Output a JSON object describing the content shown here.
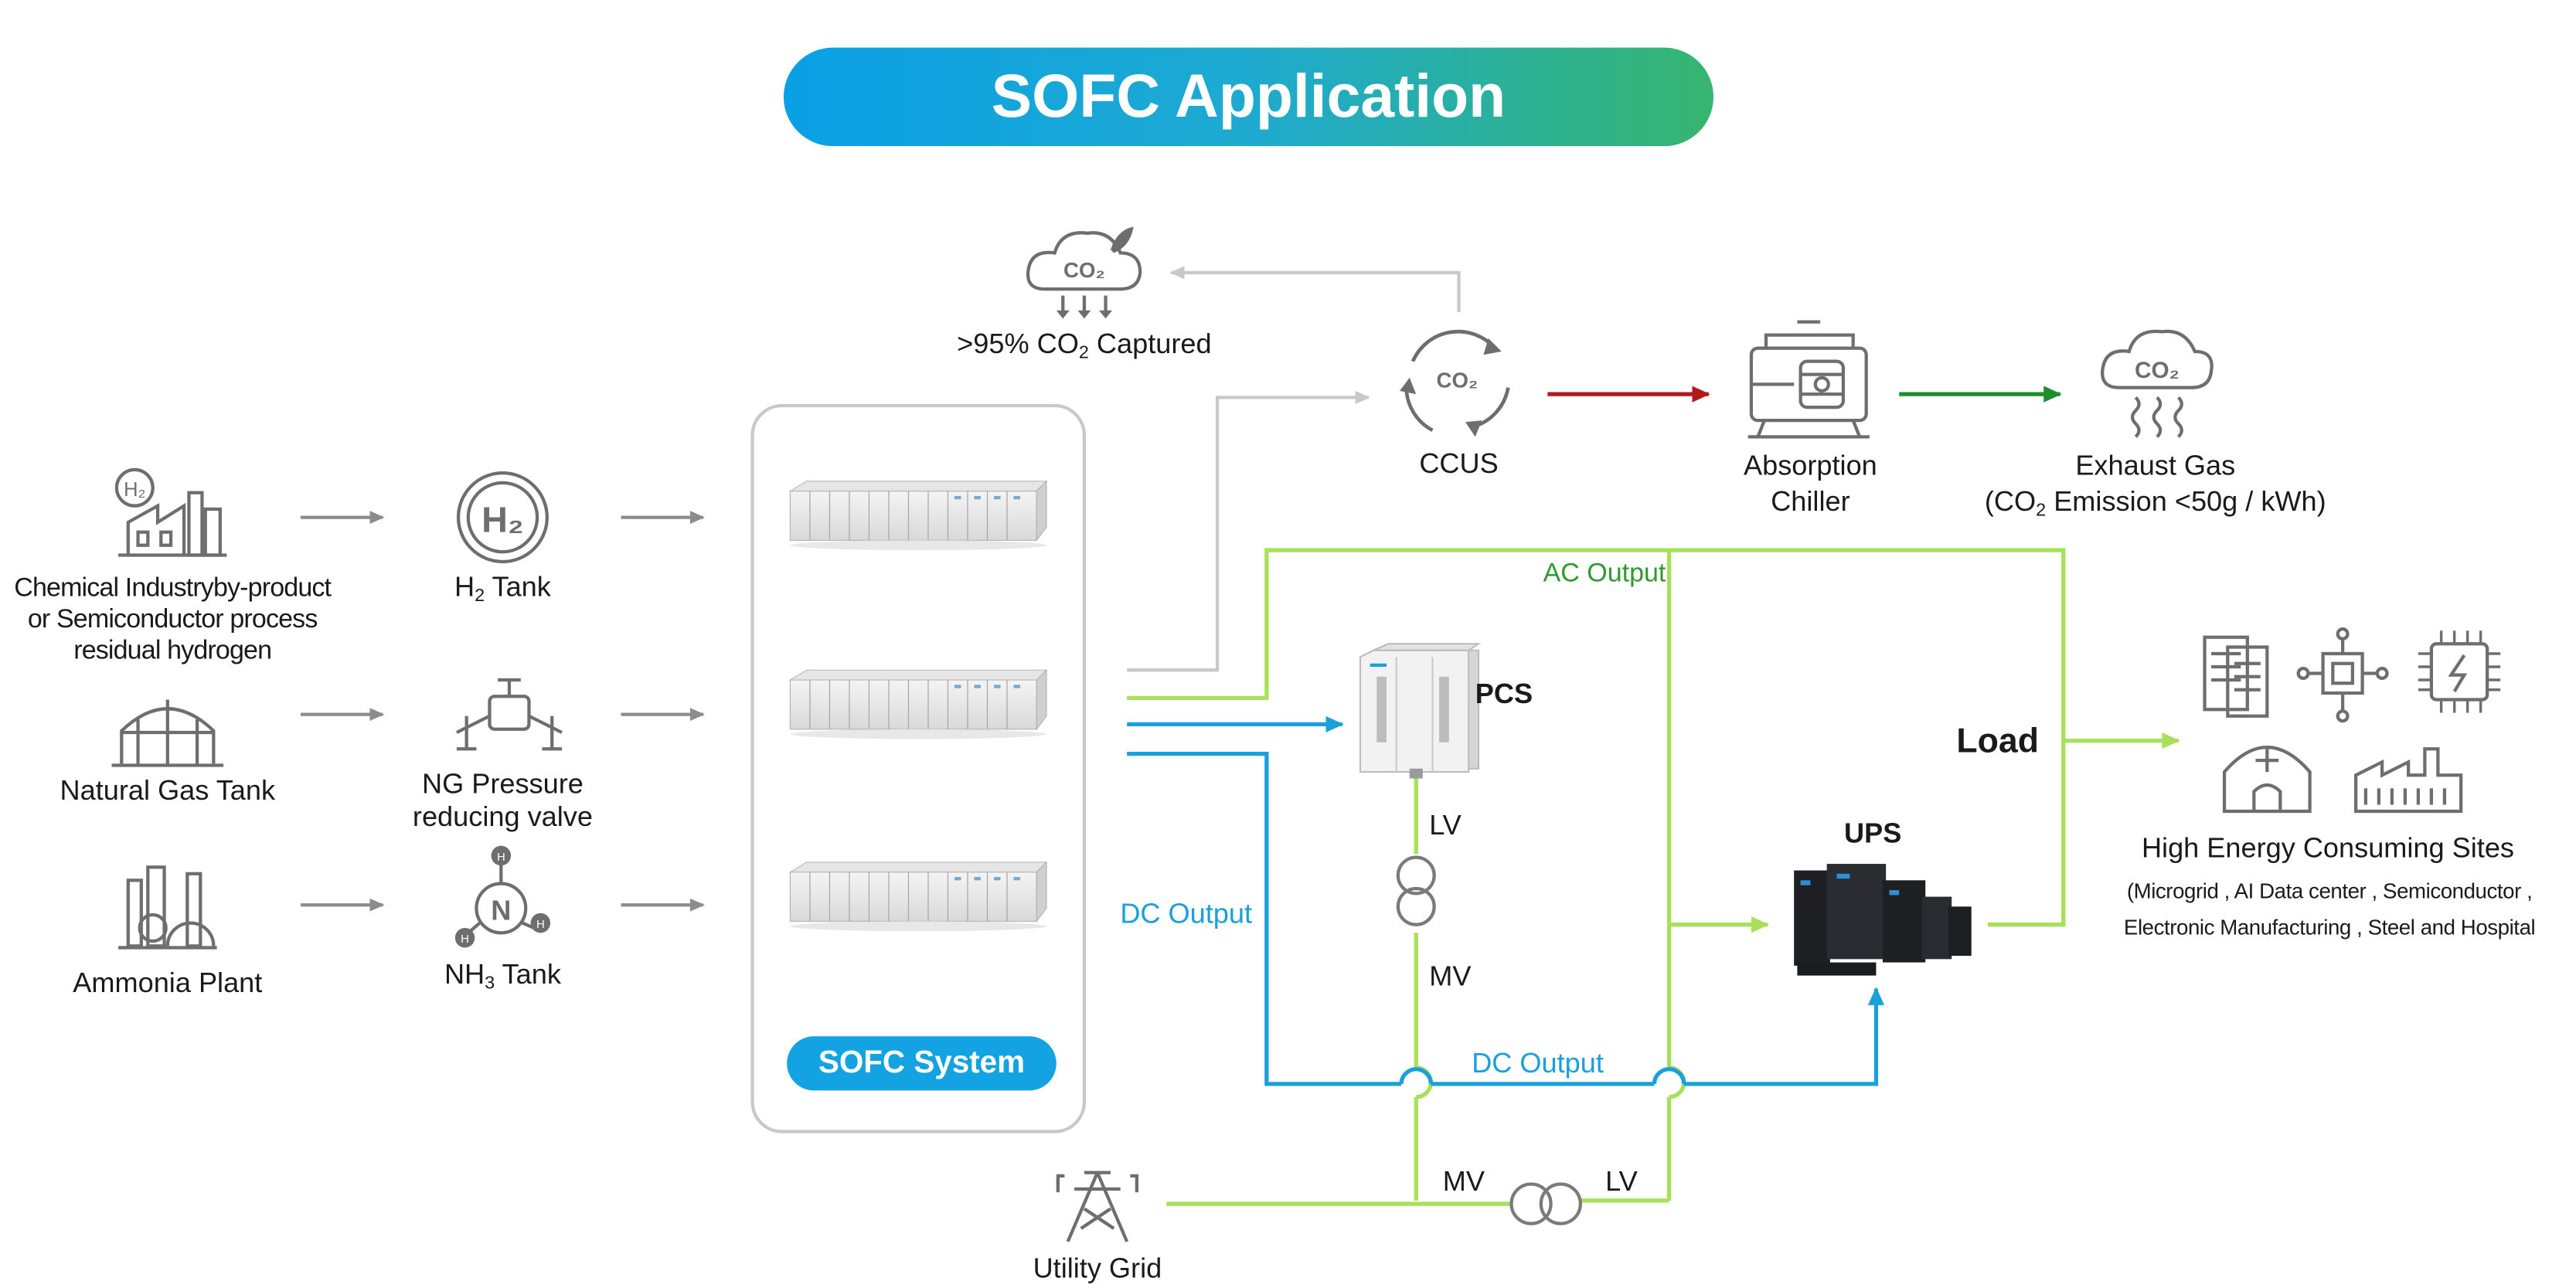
{
  "title": "SOFC Application",
  "system_label": "SOFC System",
  "sources": [
    {
      "label_lines": [
        "Chemical Industryby-product",
        "or Semiconductor process",
        "residual hydrogen"
      ],
      "icon": "chemical-plant-icon"
    },
    {
      "label": "Natural Gas Tank",
      "icon": "gas-tank-icon"
    },
    {
      "label": "Ammonia Plant",
      "icon": "ammonia-plant-icon"
    }
  ],
  "fuels": {
    "h2": {
      "label": "H",
      "sub": "2",
      "suffix": " Tank",
      "icon": "h2-tank-icon"
    },
    "ng": {
      "label_lines": [
        "NG Pressure",
        "reducing valve"
      ],
      "icon": "valve-icon"
    },
    "nh3": {
      "label": "NH",
      "sub": "3",
      "suffix": " Tank",
      "icon": "nh3-tank-icon"
    }
  },
  "co2_captured": {
    "prefix": ">95% CO",
    "sub": "2",
    "suffix": " Captured",
    "icon": "co2-cloud-leaf-icon",
    "icon_text": "CO₂"
  },
  "ccus": {
    "label": "CCUS",
    "icon": "ccus-cycle-icon",
    "icon_text": "CO₂"
  },
  "chiller": {
    "label_lines": [
      "Absorption",
      "Chiller"
    ],
    "icon": "chiller-icon"
  },
  "exhaust": {
    "line1": "Exhaust Gas",
    "line2_prefix": "(CO",
    "line2_sub": "2",
    "line2_suffix": " Emission <50g / kWh)",
    "icon": "exhaust-cloud-icon",
    "icon_text": "CO₂"
  },
  "labels": {
    "ac_output": "AC Output",
    "dc_output_left": "DC Output",
    "dc_output_bottom": "DC Output",
    "pcs": "PCS",
    "ups": "UPS",
    "load": "Load",
    "lv_pcs": "LV",
    "mv_pcs": "MV",
    "mv_grid": "MV",
    "lv_grid": "LV",
    "utility_grid": "Utility Grid"
  },
  "sites": {
    "title": "High Energy Consuming Sites",
    "detail_lines": [
      "(Microgrid , AI Data center , Semiconductor ,",
      "Electronic Manufacturing , Steel and Hospital"
    ],
    "icons": [
      "server-rack-icon",
      "circuit-board-icon",
      "chip-icon",
      "hospital-icon",
      "factory-icon"
    ]
  },
  "colors": {
    "title_gradient_start": "#0aa0e6",
    "title_gradient_end": "#36b56e",
    "ac_line": "#a8e05a",
    "dc_line": "#1aa0dc",
    "flow_arrow_gray": "#8c8c8c",
    "red_arrow": "#b01a1a",
    "green_arrow": "#1e8e2a",
    "system_pill": "#13a2e2"
  }
}
